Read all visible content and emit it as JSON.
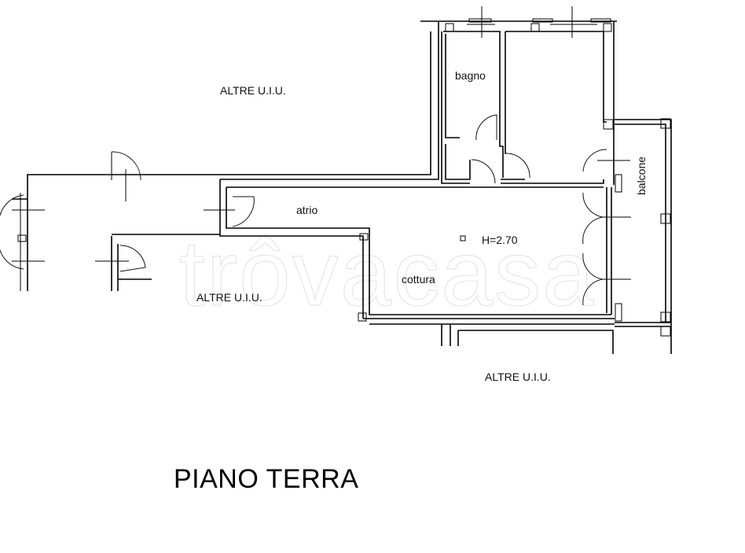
{
  "drawing": {
    "title": "PIANO TERRA",
    "watermark": "trôvacasa",
    "ceiling_height": "H=2.70",
    "line_color": "#000000",
    "background": "#ffffff",
    "watermark_color": "#e6e6e6"
  },
  "rooms": [
    {
      "id": "bagno",
      "label": "bagno"
    },
    {
      "id": "atrio",
      "label": "atrio"
    },
    {
      "id": "cottura",
      "label": "cottura"
    },
    {
      "id": "balcone",
      "label": "balcone"
    }
  ],
  "neighbours": [
    {
      "label": "ALTRE U.I.U."
    },
    {
      "label": "ALTRE U.I.U."
    },
    {
      "label": "ALTRE U.I.U."
    }
  ]
}
